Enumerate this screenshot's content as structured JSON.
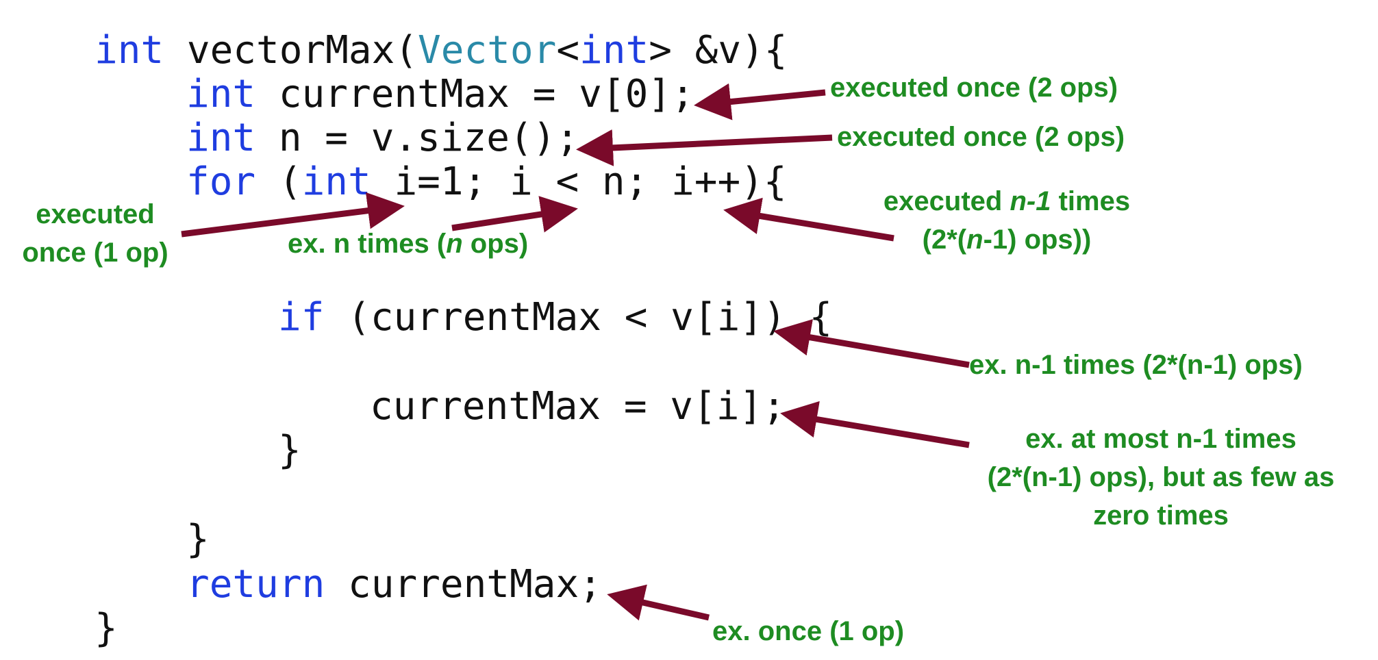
{
  "code": {
    "line1": {
      "kw": "int",
      "name": " vectorMax(",
      "type": "Vector",
      "lt": "<",
      "kw2": "int",
      "rest": "> &v){"
    },
    "line2": {
      "kw": "int",
      "rest": " currentMax = v[0];"
    },
    "line3": {
      "kw": "int",
      "rest": " n = v.size();"
    },
    "line4": {
      "kw": "for",
      "mid": " (",
      "kw2": "int",
      "rest": " i=1; i < n; i++){"
    },
    "line5": {
      "kw": "if",
      "rest": " (currentMax < v[i]) {"
    },
    "line6": {
      "rest": "currentMax = v[i];"
    },
    "line7": {
      "rest": "}"
    },
    "line8": {
      "rest": "}"
    },
    "line9": {
      "kw": "return",
      "rest": " currentMax;"
    },
    "line10": {
      "rest": "}"
    }
  },
  "annotations": {
    "a1": "executed once (2 ops)",
    "a2": "executed once (2 ops)",
    "a3_line1": "executed",
    "a3_line2": "once (1 op)",
    "a4_pre": "ex. n times (",
    "a4_it": "n",
    "a4_post": " ops)",
    "a5_l1_pre": "executed ",
    "a5_l1_it": "n-1",
    "a5_l1_post": " times",
    "a5_l2_pre": "(2*(",
    "a5_l2_it": "n",
    "a5_l2_post": "-1) ops))",
    "a6": "ex. n-1 times (2*(n-1) ops)",
    "a7_line1": "ex. at most n-1 times",
    "a7_line2": "(2*(n-1) ops), but as few as",
    "a7_line3": "zero times",
    "a8": "ex. once (1 op)"
  },
  "colors": {
    "keyword": "#1f3de0",
    "type": "#2a8aa8",
    "annotation": "#1e8c22",
    "arrow": "#7a0a2a"
  }
}
